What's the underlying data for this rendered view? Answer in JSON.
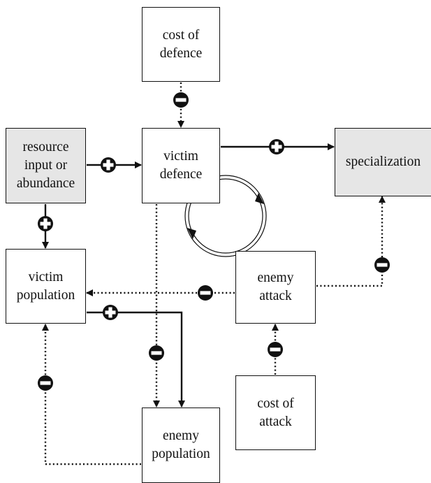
{
  "nodes": {
    "cost_of_defence": {
      "label": "cost of\ndefence"
    },
    "resource_input": {
      "label": "resource\ninput or\nabundance"
    },
    "victim_defence": {
      "label": "victim\ndefence"
    },
    "specialization": {
      "label": "specialization"
    },
    "victim_population": {
      "label": "victim\npopulation"
    },
    "enemy_attack": {
      "label": "enemy\nattack"
    },
    "cost_of_attack": {
      "label": "cost of\nattack"
    },
    "enemy_population": {
      "label": "enemy\npopulation"
    }
  },
  "edges": [
    {
      "from": "cost_of_defence",
      "to": "victim_defence",
      "sign": "minus",
      "style": "dotted"
    },
    {
      "from": "resource_input",
      "to": "victim_defence",
      "sign": "plus",
      "style": "solid"
    },
    {
      "from": "victim_defence",
      "to": "specialization",
      "sign": "plus",
      "style": "solid"
    },
    {
      "from": "resource_input",
      "to": "victim_population",
      "sign": "plus",
      "style": "solid"
    },
    {
      "from": "enemy_attack",
      "to": "specialization",
      "sign": "minus",
      "style": "dotted"
    },
    {
      "from": "enemy_attack",
      "to": "victim_population",
      "sign": "minus",
      "style": "dotted"
    },
    {
      "from": "victim_population",
      "to": "enemy_population",
      "sign": "plus",
      "style": "solid"
    },
    {
      "from": "victim_defence",
      "to": "enemy_population",
      "sign": "minus",
      "style": "dotted"
    },
    {
      "from": "enemy_population",
      "to": "victim_population",
      "sign": "minus",
      "style": "dotted"
    },
    {
      "from": "cost_of_attack",
      "to": "enemy_attack",
      "sign": "minus",
      "style": "dotted"
    }
  ],
  "feedback_loop": {
    "between": [
      "victim_defence",
      "enemy_attack"
    ],
    "direction": "clockwise",
    "style": "double-line"
  },
  "colors": {
    "line": "#111111",
    "shaded_box": "#e6e6e6",
    "box": "#ffffff"
  }
}
